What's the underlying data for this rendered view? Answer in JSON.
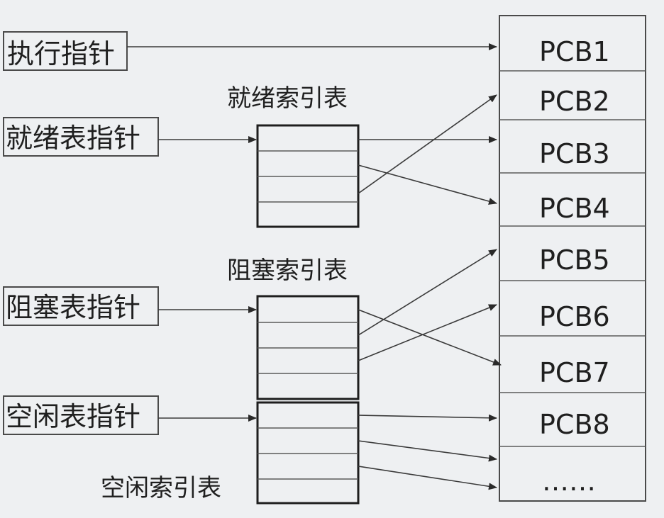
{
  "pointers": {
    "exec": "执行指针",
    "ready": "就绪表指针",
    "blocked": "阻塞表指针",
    "free": "空闲表指针"
  },
  "index_tables": {
    "ready_title": "就绪索引表",
    "blocked_title": "阻塞索引表",
    "free_title": "空闲索引表"
  },
  "pcb_table": {
    "rows": [
      "PCB1",
      "PCB2",
      "PCB3",
      "PCB4",
      "PCB5",
      "PCB6",
      "PCB7",
      "PCB8",
      "……"
    ]
  },
  "colors": {
    "background": "#eef0f2",
    "line": "#3a3a3a"
  }
}
